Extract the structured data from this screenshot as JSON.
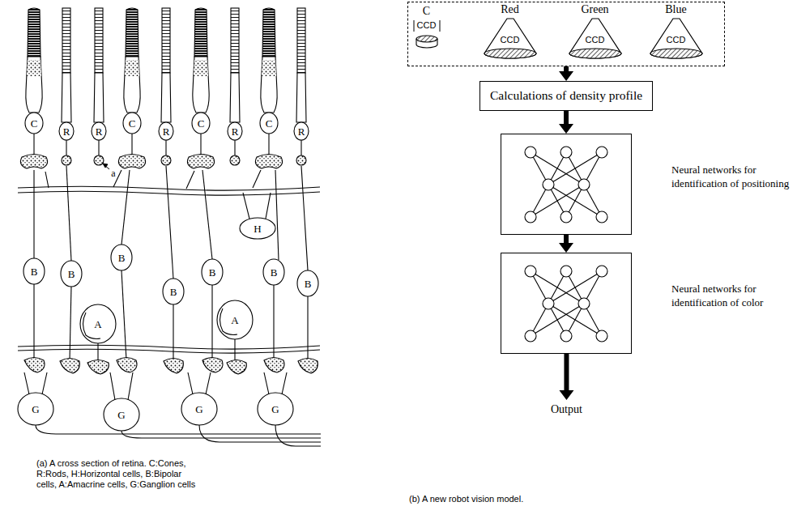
{
  "diagram": {
    "nodes": [
      {
        "text": []
      },
      {
        "text": [
          "C",
          "CCD"
        ],
        "in": 0
      },
      {
        "text": [
          "Red",
          "CCD"
        ],
        "in": 0
      },
      {
        "text": [
          "Green",
          "CCD"
        ],
        "in": 0
      },
      {
        "text": [
          "Blue",
          "CCD"
        ],
        "in": 0
      },
      {
        "text": [
          "Calculations of density profile"
        ]
      },
      {
        "text": [
          "Neural networks for identification of positioning"
        ]
      },
      {
        "text": [
          "Neural networks for identification of color"
        ]
      },
      {
        "text": [
          "Output"
        ]
      }
    ],
    "edges": [
      {
        "from": 0,
        "to": 5,
        "arrow": "to"
      },
      {
        "from": 5,
        "to": 6,
        "arrow": "to"
      },
      {
        "from": 6,
        "to": 7,
        "arrow": "to"
      },
      {
        "from": 7,
        "to": 8,
        "arrow": "to"
      }
    ],
    "labels": [
      "C",
      "R",
      "R",
      "C",
      "R",
      "C",
      "R",
      "C",
      "R",
      "a",
      "H",
      "B",
      "B",
      "B",
      "B",
      "B",
      "B",
      "B",
      "A",
      "A",
      "G",
      "G",
      "G",
      "G",
      "(a) A cross section of retina. C:Cones, R:Rods, H:Horizontal cells, B:Bipolar cells, A:Amacrine cells, G:Ganglion cells",
      "(b) A new robot vision model."
    ]
  }
}
